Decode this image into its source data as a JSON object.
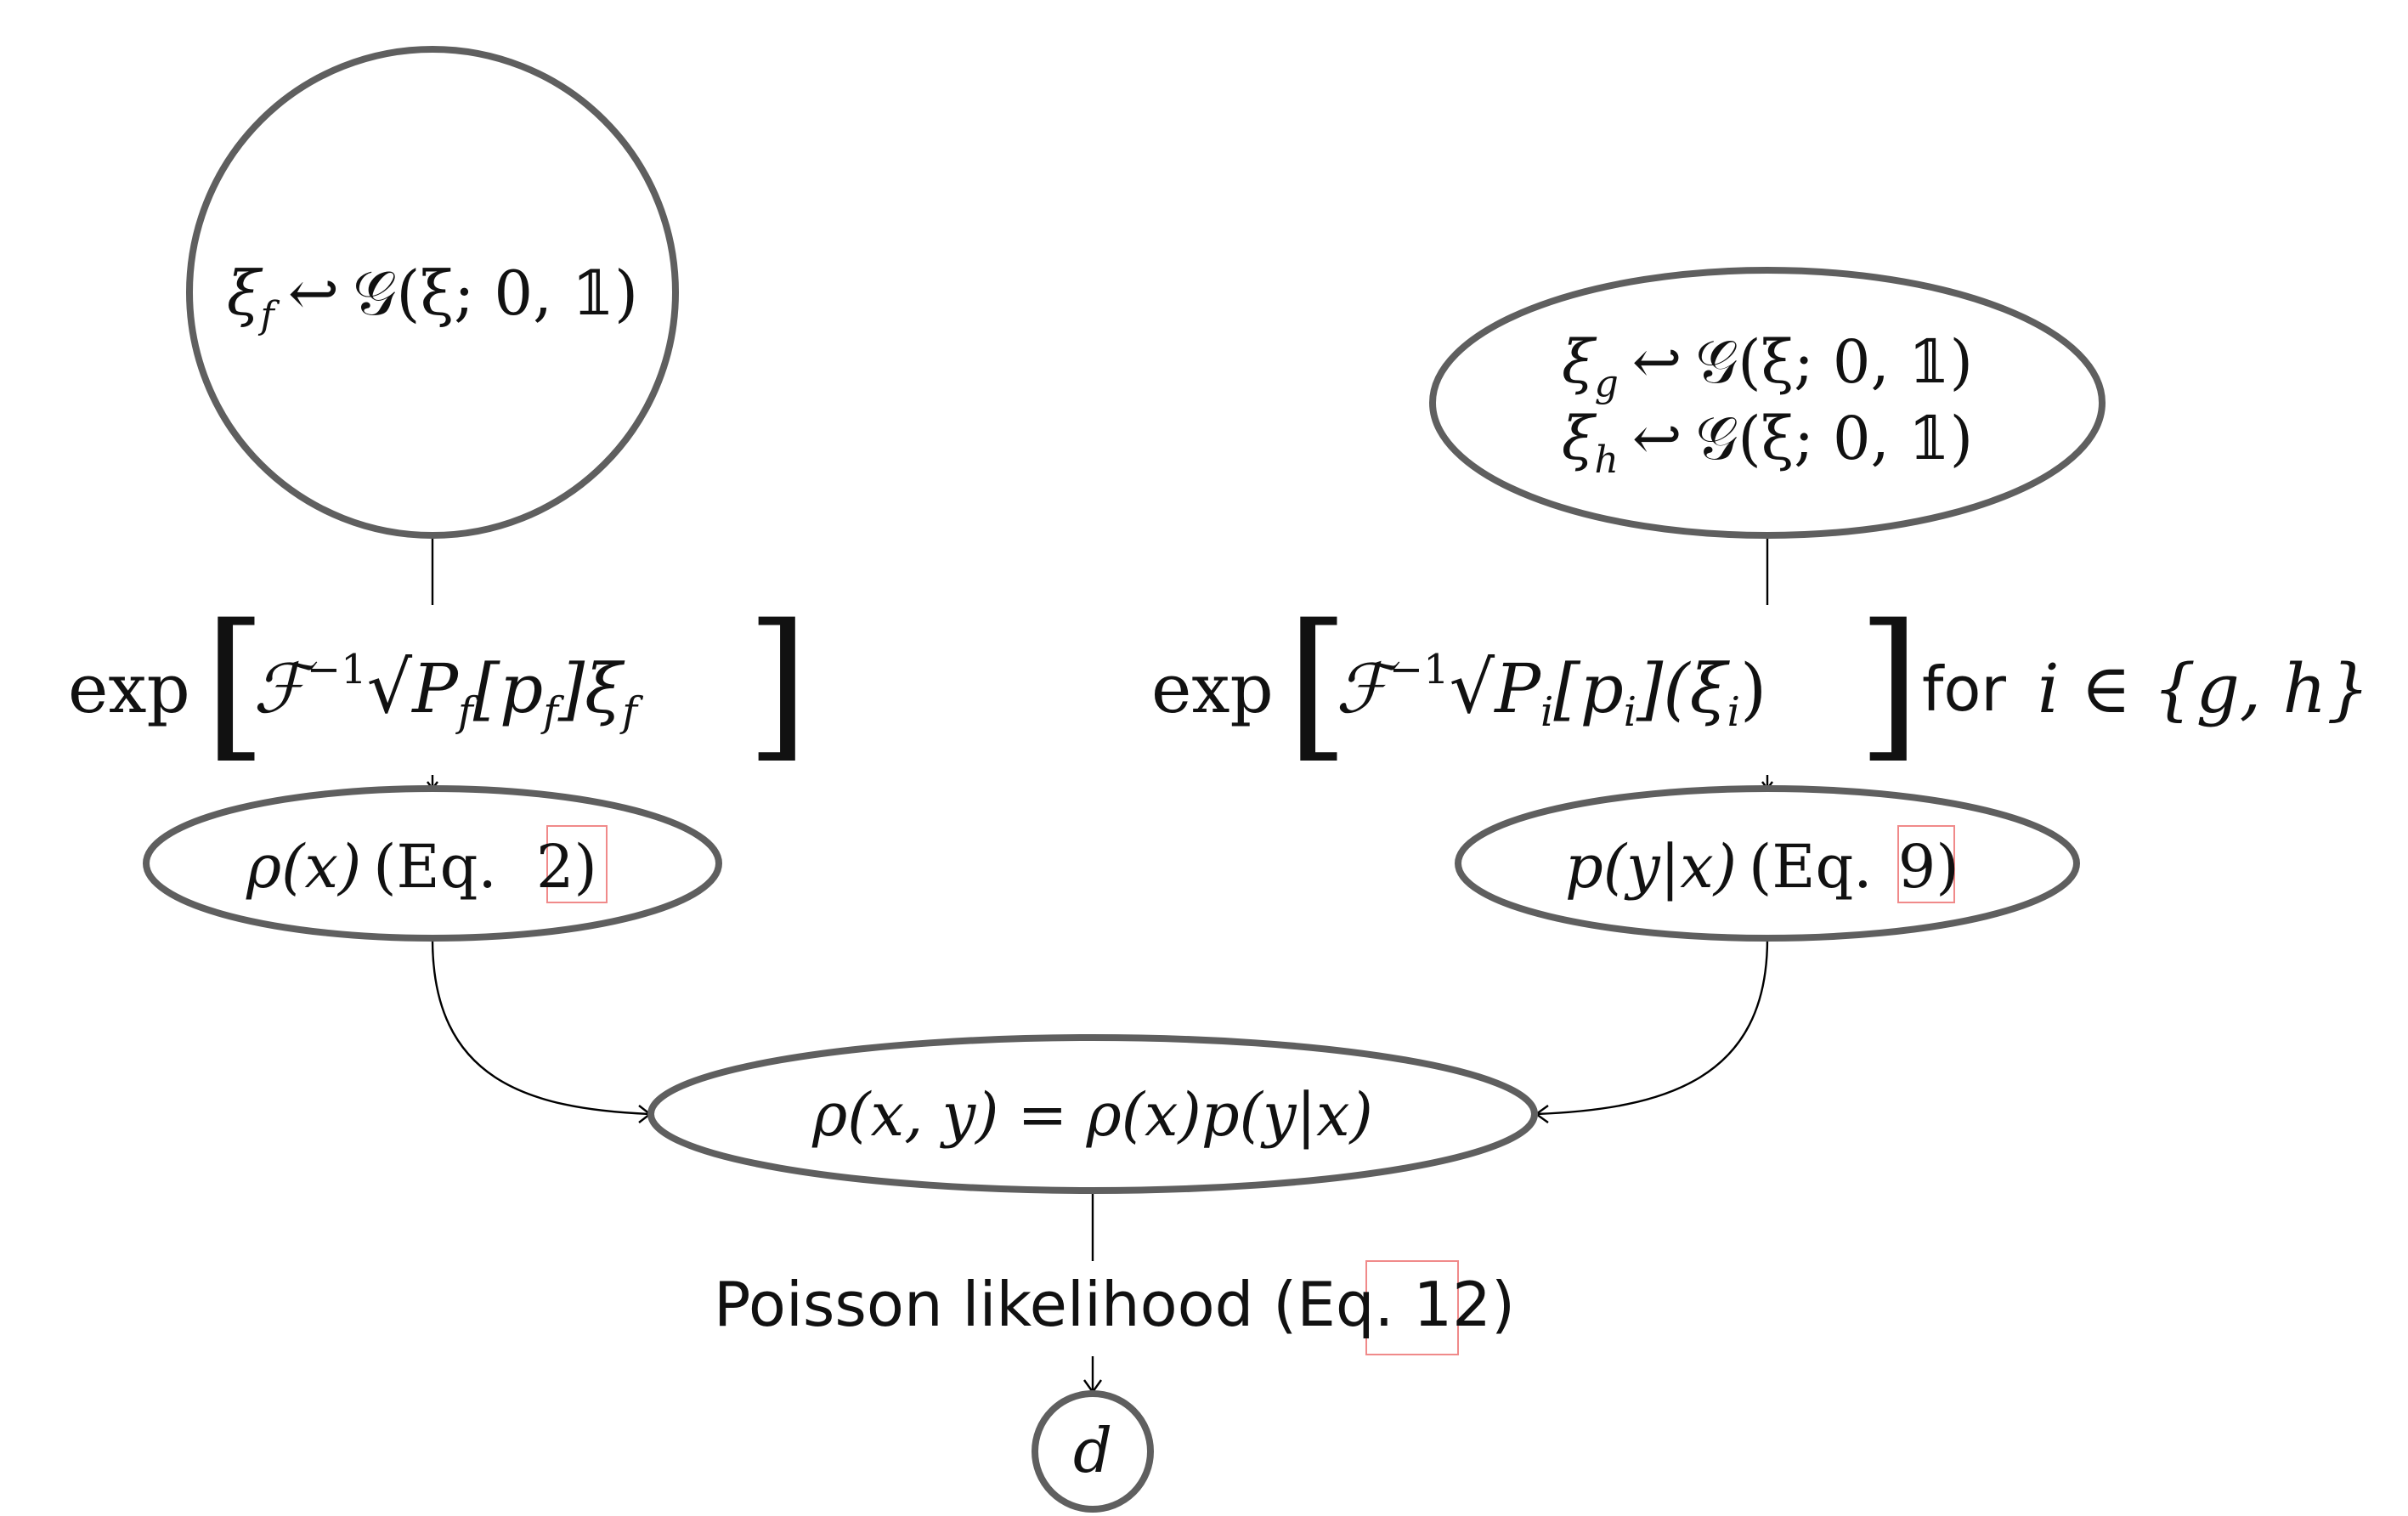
{
  "nodes": {
    "xi_f": {
      "line": "ξ_f ↩ 𝒢(ξ; 0, 𝟙)",
      "parts": [
        "ξ",
        "f",
        "↩",
        "𝒢(ξ; 0, 𝟙)"
      ]
    },
    "xi_gh": {
      "line1_parts": [
        "ξ",
        "g",
        "↩",
        "𝒢(ξ; 0, 𝟙)"
      ],
      "line2_parts": [
        "ξ",
        "h",
        "↩",
        "𝒢(ξ; 0, 𝟙)"
      ]
    },
    "rho_x": {
      "parts": [
        "ρ(x)",
        "(Eq. ",
        "2",
        ")"
      ]
    },
    "p_y_given_x": {
      "parts": [
        "p(y|x)",
        "(Eq. ",
        "9",
        ")"
      ]
    },
    "rho_xy": {
      "text": "ρ(x, y) = ρ(x)p(y|x)"
    },
    "d": {
      "text": "d"
    }
  },
  "edge_labels": {
    "left": {
      "parts": [
        "exp",
        "[",
        "ℱ",
        "−1",
        "√",
        "P",
        "f",
        "[p",
        "f",
        "]ξ",
        "f",
        "]"
      ]
    },
    "right": {
      "parts": [
        "exp",
        "[",
        "ℱ",
        "−1",
        "√",
        "P",
        "i",
        "[p",
        "i",
        "](ξ",
        "i",
        ")",
        "]"
      ],
      "suffix_text": "for",
      "suffix_math": "i ∈ {g, h}"
    },
    "bottom": {
      "parts": [
        "Poisson likelihood (Eq. ",
        "12",
        ")"
      ]
    }
  },
  "colors": {
    "node_stroke": "#5f5f5f",
    "edge": "#000000",
    "reference_box": "#f08a8a"
  }
}
